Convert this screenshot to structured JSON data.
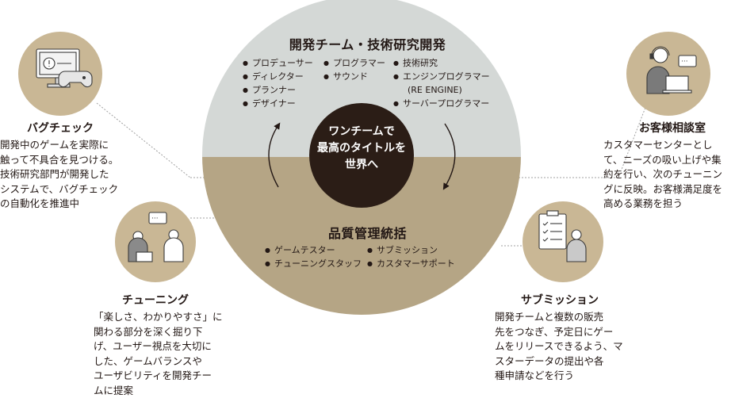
{
  "center": {
    "top_title": "開発チーム・技術研究開発",
    "top_col1": [
      "プロデューサー",
      "ディレクター",
      "プランナー",
      "デザイナー"
    ],
    "top_col2": [
      "プログラマー",
      "サウンド"
    ],
    "top_col3": [
      {
        "text": "技術研究"
      },
      {
        "text": "エンジンプログラマー",
        "sub": "(RE ENGINE)"
      },
      {
        "text": "サーバープログラマー"
      }
    ],
    "core_lines": [
      "ワンチームで",
      "最高のタイトルを",
      "世界へ"
    ],
    "bottom_title": "品質管理統括",
    "bottom_col1": [
      "ゲームテスター",
      "チューニングスタッフ"
    ],
    "bottom_col2": [
      "サブミッション",
      "カスタマーサポート"
    ]
  },
  "nodes": {
    "bug_check": {
      "title": "バグチェック",
      "lines": [
        "開発中のゲームを実際に",
        "触って不具合を見つける。",
        "技術研究部門が開発した",
        "システムで、バグチェック",
        "の自動化を推進中"
      ]
    },
    "tuning": {
      "title": "チューニング",
      "lines": [
        "「楽しさ、わかりやすさ」に",
        "関わる部分を深く掘り下",
        "げ、ユーザー視点を大切に",
        "した、ゲームバランスや",
        "ユーザビリティを開発チー",
        "ムに提案"
      ]
    },
    "customer": {
      "title": "お客様相談室",
      "lines": [
        "カスタマーセンターとし",
        "て、ニーズの吸い上げや集",
        "約を行い、次のチューニン",
        "グに反映。お客様満足度を",
        "高める業務を担う"
      ]
    },
    "submission": {
      "title": "サブミッション",
      "lines": [
        "開発チームと複数の販売",
        "先をつなぎ、予定日にゲー",
        "ムをリリースできるよう、マ",
        "スターデータの提出や各",
        "種申請などを行う"
      ]
    }
  },
  "colors": {
    "top_half": "#d4d8d6",
    "bottom_half": "#b5a585",
    "node_circle": "#c9b795",
    "core": "#2b1d16",
    "text": "#231815",
    "dotted_line": "#a0a0a0"
  },
  "icons": [
    "monitor-gamepad-icon",
    "meeting-people-icon",
    "headset-operator-icon",
    "checklist-person-icon",
    "cycle-arrow-icon"
  ]
}
